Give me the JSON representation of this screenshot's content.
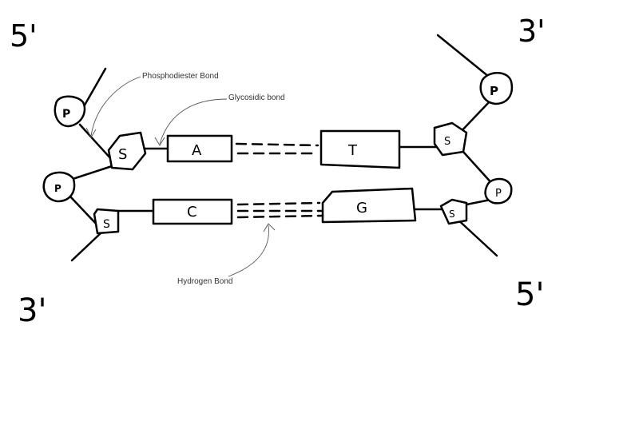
{
  "ends": {
    "top_left": "5'",
    "top_right": "3'",
    "bottom_left": "3'",
    "bottom_right": "5'"
  },
  "labels": {
    "phosphodiester": "Phosphodiester Bond",
    "glycosidic": "Glycosidic bond",
    "hydrogen": "Hydrogen Bond"
  },
  "strand_left": {
    "phosphate_top": "P",
    "sugar_top": "S",
    "phosphate_mid": "P",
    "sugar_bottom": "S"
  },
  "strand_right": {
    "phosphate_top": "P",
    "sugar_top": "S",
    "phosphate_mid": "P",
    "sugar_bottom": "S"
  },
  "bases": {
    "top_left": "A",
    "top_right": "T",
    "bottom_left": "C",
    "bottom_right": "G"
  }
}
